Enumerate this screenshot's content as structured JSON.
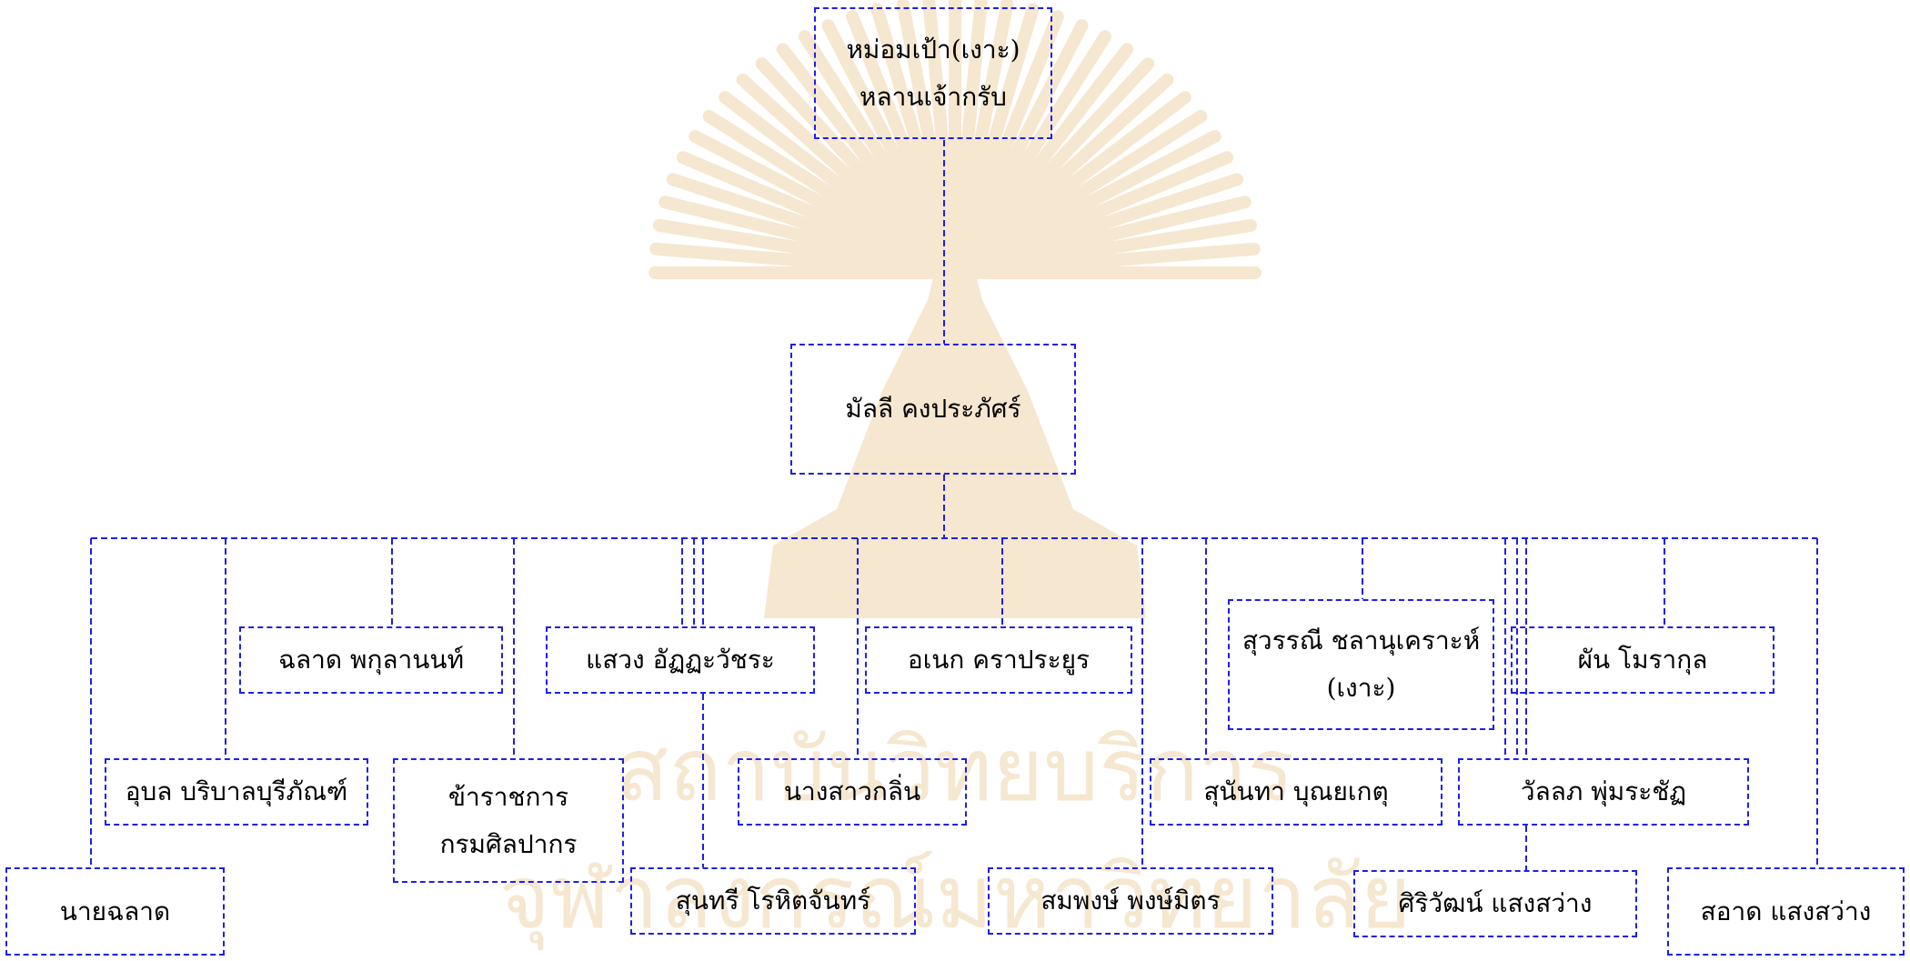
{
  "diagram": {
    "type": "family-tree",
    "line_color": "#1f1fe8",
    "watermark_color": "#f6e7d0",
    "watermark": {
      "lines": [
        "สถาบันวิทยบริการ",
        "จุฬาลงกรณ์มหาวิทยาลัย"
      ]
    },
    "nodes": {
      "root": {
        "lines": [
          "หม่อมเป้า(เงาะ)",
          "หลานเจ้ากรับ"
        ]
      },
      "mallee": {
        "lines": [
          "มัลลี คงประภัศร์"
        ]
      },
      "chalat_p": {
        "lines": [
          "ฉลาด พกุลานนท์"
        ]
      },
      "sawaeng": {
        "lines": [
          "แสวง อัฏฏะวัชระ"
        ]
      },
      "anek": {
        "lines": [
          "อเนก คราประยูร"
        ]
      },
      "suwanni": {
        "lines": [
          "สุวรรณี ชลานุเคราะห์",
          "(เงาะ)"
        ]
      },
      "phan": {
        "lines": [
          "ผัน โมรากุล"
        ]
      },
      "ubon": {
        "lines": [
          "อุบล บริบาลบุรีภัณฑ์"
        ]
      },
      "kharatchakan": {
        "lines": [
          "ข้าราชการ",
          "กรมศิลปากร"
        ]
      },
      "nang_klin": {
        "lines": [
          "นางสาวกลิ่น"
        ]
      },
      "sunanta": {
        "lines": [
          "สุนันทา บุณยเกตุ"
        ]
      },
      "wallop": {
        "lines": [
          "วัลลภ พุ่มระชัฏ"
        ]
      },
      "nai_chalat": {
        "lines": [
          "นายฉลาด"
        ]
      },
      "sunthari": {
        "lines": [
          "สุนทรี โรหิตจันทร์"
        ]
      },
      "sompong": {
        "lines": [
          "สมพงษ์ พงษ์มิตร"
        ]
      },
      "siriwat": {
        "lines": [
          "ศิริวัฒน์ แสงสว่าง"
        ]
      },
      "sa_at": {
        "lines": [
          "สอาด แสงสว่าง"
        ]
      }
    }
  }
}
